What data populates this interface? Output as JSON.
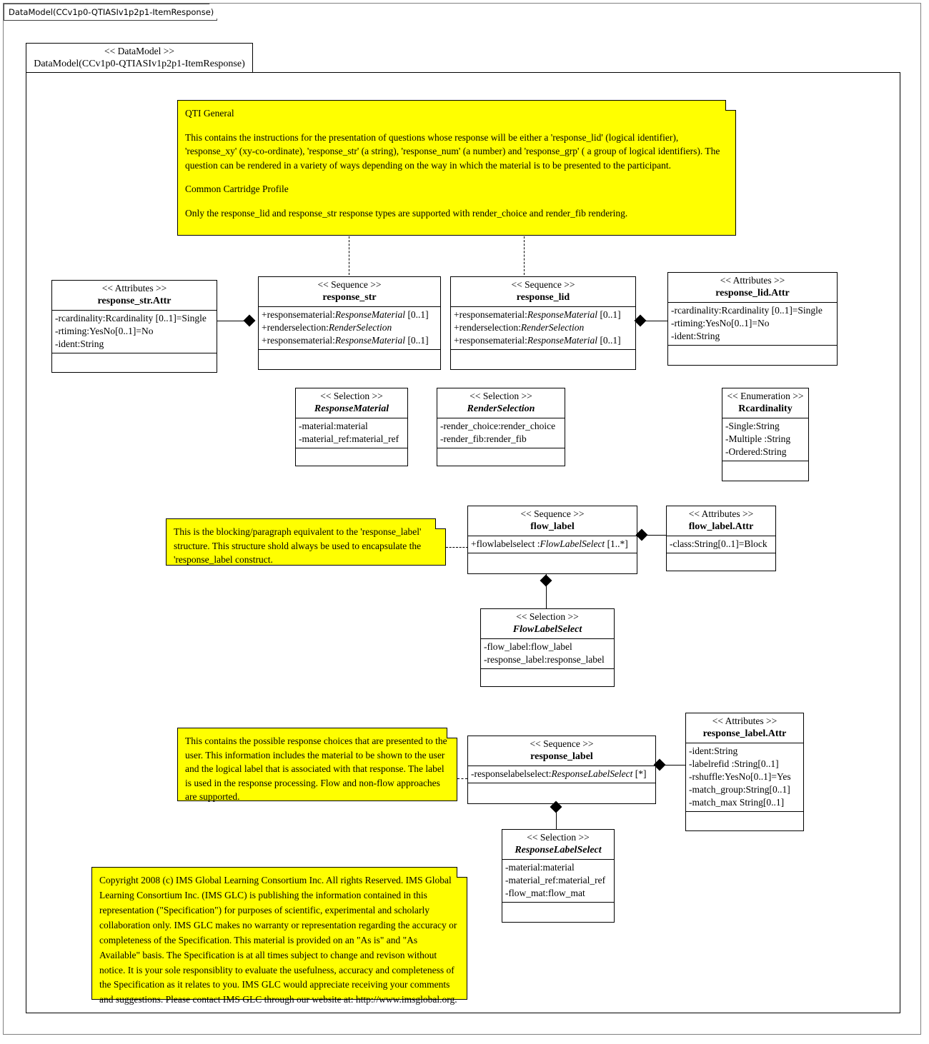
{
  "diagram": {
    "tab_label": "DataModel(CCv1p0-QTIASIv1p2p1-ItemResponse)",
    "root": {
      "stereotype": "<< DataModel >>",
      "name": "DataModel(CCv1p0-QTIASIv1p2p1-ItemResponse)"
    }
  },
  "notes": {
    "qti_general": {
      "title": "QTI General",
      "para1": "This contains the instructions for the presentation of questions whose response will be either a 'response_lid' (logical identifier), 'response_xy' (xy-co-ordinate), 'response_str' (a string), 'response_num' (a number) and 'response_grp' ( a group of logical identifiers).  The question can be rendered in a variety of ways depending on the way in which the material is to be presented to the participant.",
      "subtitle": "Common Cartridge Profile",
      "para2": "Only the response_lid and response_str response types are supported with render_choice and render_fib rendering."
    },
    "flow_label_note": "This is the blocking/paragraph equivalent to the 'response_label' structure.   This structure shold always be used to encapsulate the 'response_label construct.",
    "response_label_note": "This contains the possible response choices that are presented to the user.  This information includes the material to be shown to the user and the logical label that is associated with that response.  The label is used in the response processing.  Flow and non-flow approaches are supported.",
    "copyright": "Copyright 2008 (c) IMS Global Learning Consortium Inc.  All rights Reserved. IMS Global Learning Consortium Inc. (IMS GLC) is publishing the information contained in this representation (\"Specification\") for purposes of scientific, experimental and scholarly collaboration only.  IMS GLC makes no warranty or representation regarding the accuracy or completeness of the Specification. This material is provided on an \"As is\" and \"As Available\" basis.  The Specification is at all times subject to change and revison without notice.  It is your sole responsiblity to evaluate the usefulness, accuracy and completeness of the Specification as it relates to you.  IMS GLC would appreciate receiving your comments and suggestions. Please contact IMS GLC through our website at: http://www.imsglobal.org."
  },
  "classes": {
    "response_str_attr": {
      "stereotype": "<< Attributes >>",
      "name": "response_str.Attr",
      "attributes": [
        "-rcardinality:Rcardinality [0..1]=Single",
        "-rtiming:YesNo[0..1]=No",
        "-ident:String"
      ]
    },
    "response_str": {
      "stereotype": "<< Sequence >>",
      "name": "response_str",
      "attributes": [
        "+responsematerial:ResponseMaterial [0..1]",
        "+renderselection:RenderSelection",
        "+responsematerial:ResponseMaterial [0..1]"
      ]
    },
    "response_lid": {
      "stereotype": "<< Sequence >>",
      "name": "response_lid",
      "attributes": [
        "+responsematerial:ResponseMaterial [0..1]",
        "+renderselection:RenderSelection",
        "+responsematerial:ResponseMaterial [0..1]"
      ]
    },
    "response_lid_attr": {
      "stereotype": "<< Attributes >>",
      "name": "response_lid.Attr",
      "attributes": [
        "-rcardinality:Rcardinality [0..1]=Single",
        "-rtiming:YesNo[0..1]=No",
        "-ident:String"
      ]
    },
    "response_material": {
      "stereotype": "<< Selection >>",
      "name": "ResponseMaterial",
      "attributes": [
        "-material:material",
        "-material_ref:material_ref"
      ]
    },
    "render_selection": {
      "stereotype": "<< Selection >>",
      "name": "RenderSelection",
      "attributes": [
        "-render_choice:render_choice",
        "-render_fib:render_fib"
      ]
    },
    "rcardinality": {
      "stereotype": "<< Enumeration >>",
      "name": "Rcardinality",
      "attributes": [
        "-Single:String",
        "-Multiple :String",
        "-Ordered:String"
      ]
    },
    "flow_label": {
      "stereotype": "<< Sequence >>",
      "name": "flow_label",
      "attributes": [
        "+flowlabelselect :FlowLabelSelect [1..*]"
      ]
    },
    "flow_label_attr": {
      "stereotype": "<< Attributes >>",
      "name": "flow_label.Attr",
      "attributes": [
        "-class:String[0..1]=Block"
      ]
    },
    "flow_label_select": {
      "stereotype": "<< Selection >>",
      "name": "FlowLabelSelect",
      "attributes": [
        "-flow_label:flow_label",
        "-response_label:response_label"
      ]
    },
    "response_label": {
      "stereotype": "<< Sequence >>",
      "name": "response_label",
      "attributes": [
        "-responselabelselect:ResponseLabelSelect [*]"
      ]
    },
    "response_label_attr": {
      "stereotype": "<< Attributes >>",
      "name": "response_label.Attr",
      "attributes": [
        "-ident:String",
        "-labelrefid :String[0..1]",
        "-rshuffle:YesNo[0..1]=Yes",
        "-match_group:String[0..1]",
        "-match_max String[0..1]"
      ]
    },
    "response_label_select": {
      "stereotype": "<< Selection >>",
      "name": "ResponseLabelSelect",
      "attributes": [
        "-material:material",
        "-material_ref:material_ref",
        "-flow_mat:flow_mat"
      ]
    }
  },
  "colors": {
    "note_fill": "#FFFF00",
    "line": "#000000",
    "frame": "#808080"
  }
}
